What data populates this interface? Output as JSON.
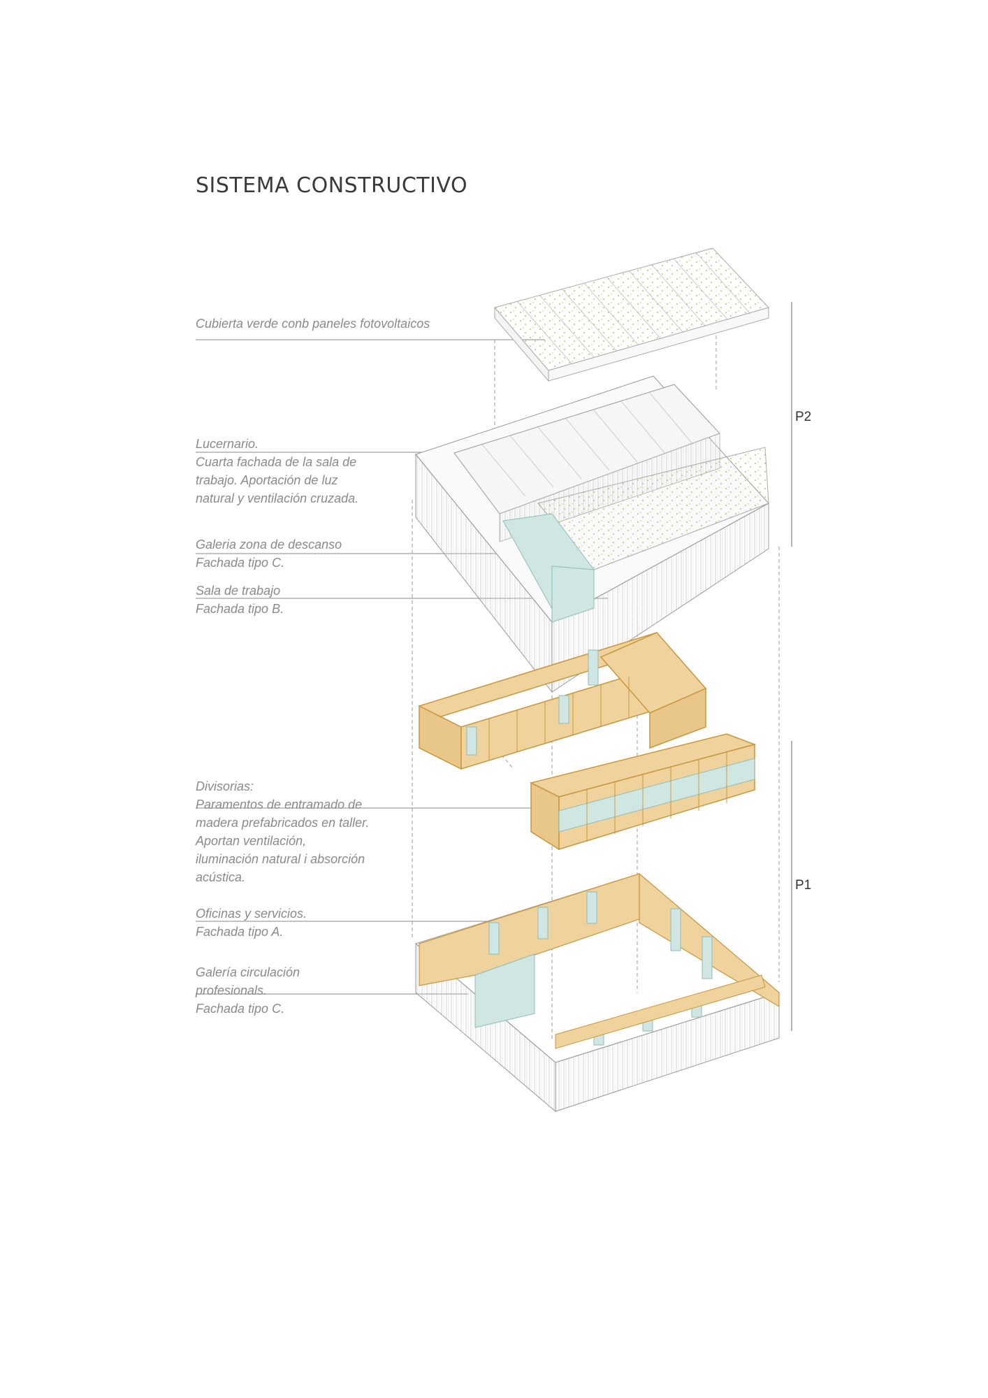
{
  "title": "SISTEMA CONSTRUCTIVO",
  "labels": [
    {
      "lines": [
        "Cubierta verde conb paneles fotovoltaicos"
      ]
    },
    {
      "lines": [
        "Lucernario.",
        "Cuarta fachada de la sala de",
        "trabajo. Aportación de luz",
        "natural y ventilación cruzada."
      ]
    },
    {
      "lines": [
        "Galeria zona de descanso",
        "Fachada tipo C."
      ]
    },
    {
      "lines": [
        "Sala de trabajo",
        "Fachada tipo B."
      ]
    },
    {
      "lines": [
        "Divisorias:",
        "Paramentos de entramado de",
        "madera prefabricados en taller.",
        "Aportan ventilación,",
        "iluminación natural i absorción",
        "acústica."
      ]
    },
    {
      "lines": [
        "Oficinas y servicios.",
        "Fachada tipo A."
      ]
    },
    {
      "lines": [
        "Galería circulación",
        "profesionals.",
        "Fachada tipo C."
      ]
    }
  ],
  "levels": {
    "p2": "P2",
    "p1": "P1"
  },
  "colors": {
    "wood": "#f0d29c",
    "wood_edge": "#c8963c",
    "glass": "#cfe6e2",
    "glass_edge": "#8fbcb6",
    "line": "#9a9a9a",
    "green_dot": "#c8c890"
  }
}
